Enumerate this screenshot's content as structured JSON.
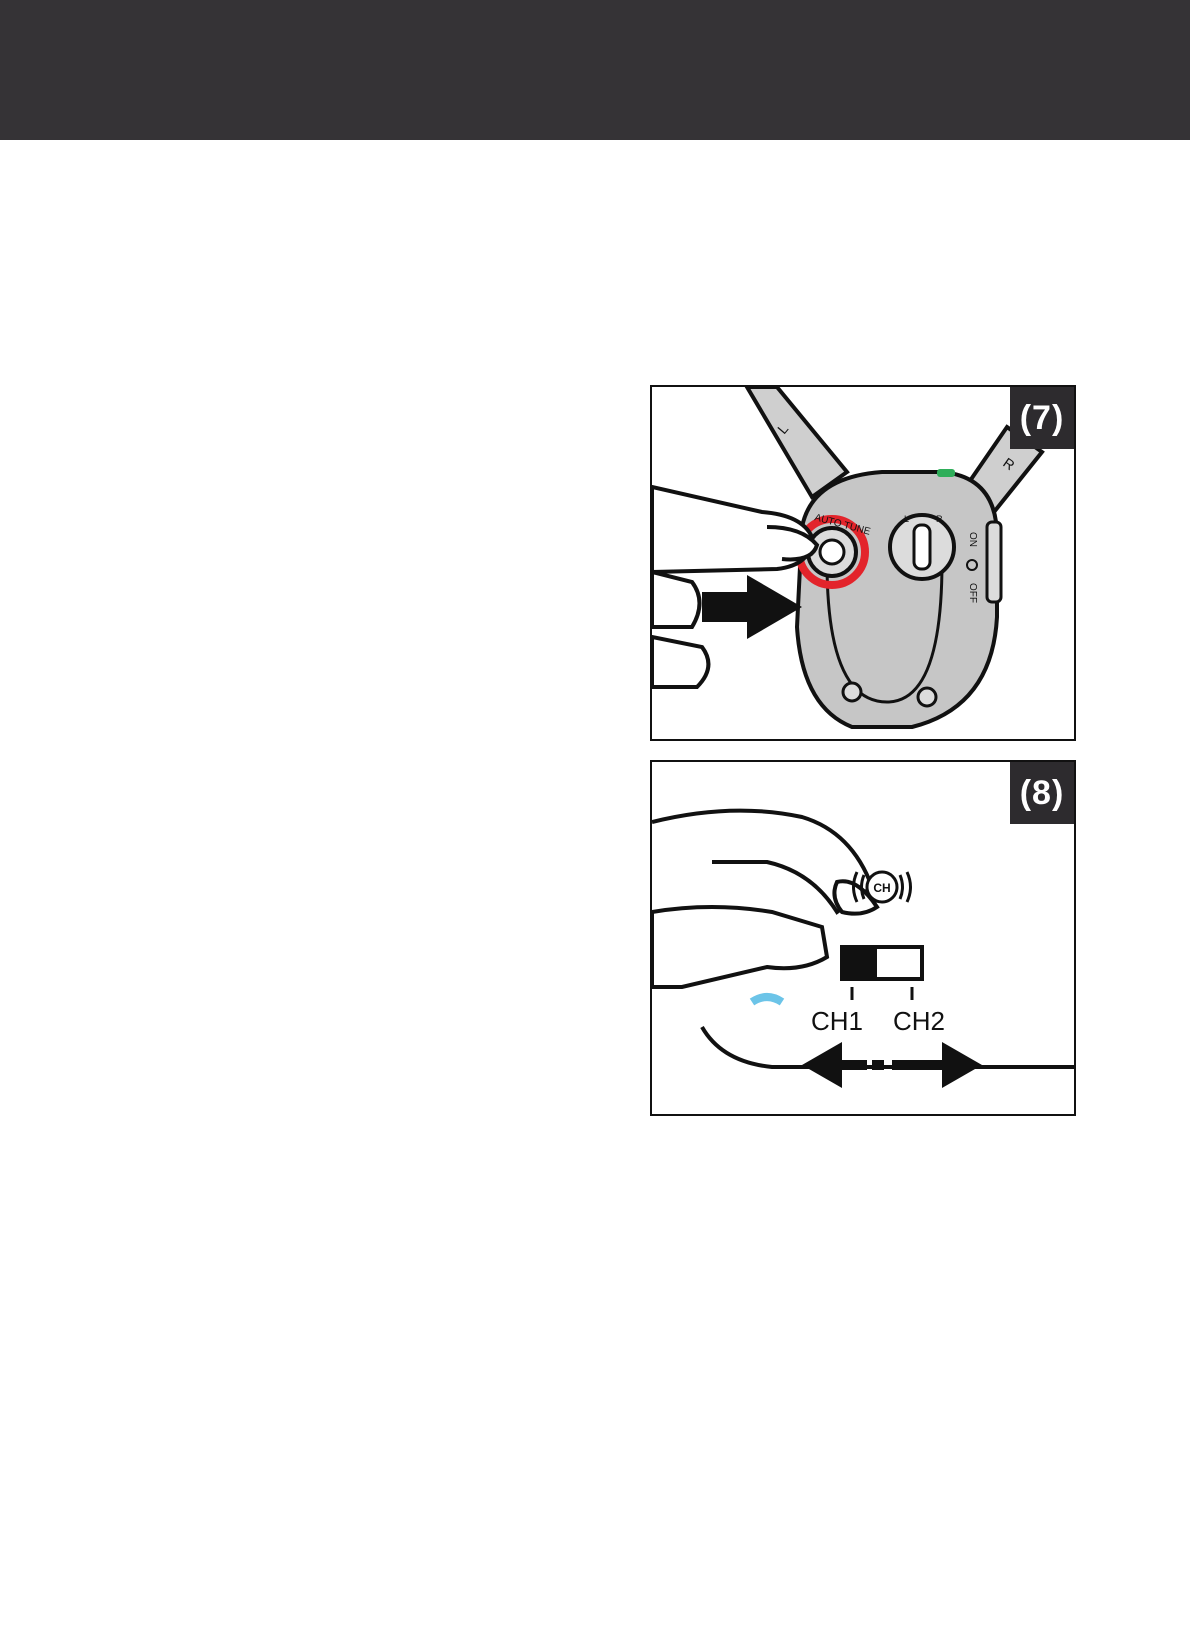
{
  "figures": [
    {
      "badge": "(7)",
      "labels": {
        "left": "L",
        "right": "R",
        "auto_tune": "AUTO TUNE",
        "vol_l": "L",
        "vol_r": "R",
        "on": "ON",
        "off": "OFF"
      },
      "colors": {
        "highlight_ring": "#e3242b",
        "device_body": "#c6c6c6",
        "indicator": "#2fae5a"
      }
    },
    {
      "badge": "(8)",
      "labels": {
        "ch_icon": "CH",
        "ch1": "CH1",
        "ch2": "CH2"
      },
      "colors": {
        "switch_dot": "#6cc4e8"
      }
    }
  ]
}
